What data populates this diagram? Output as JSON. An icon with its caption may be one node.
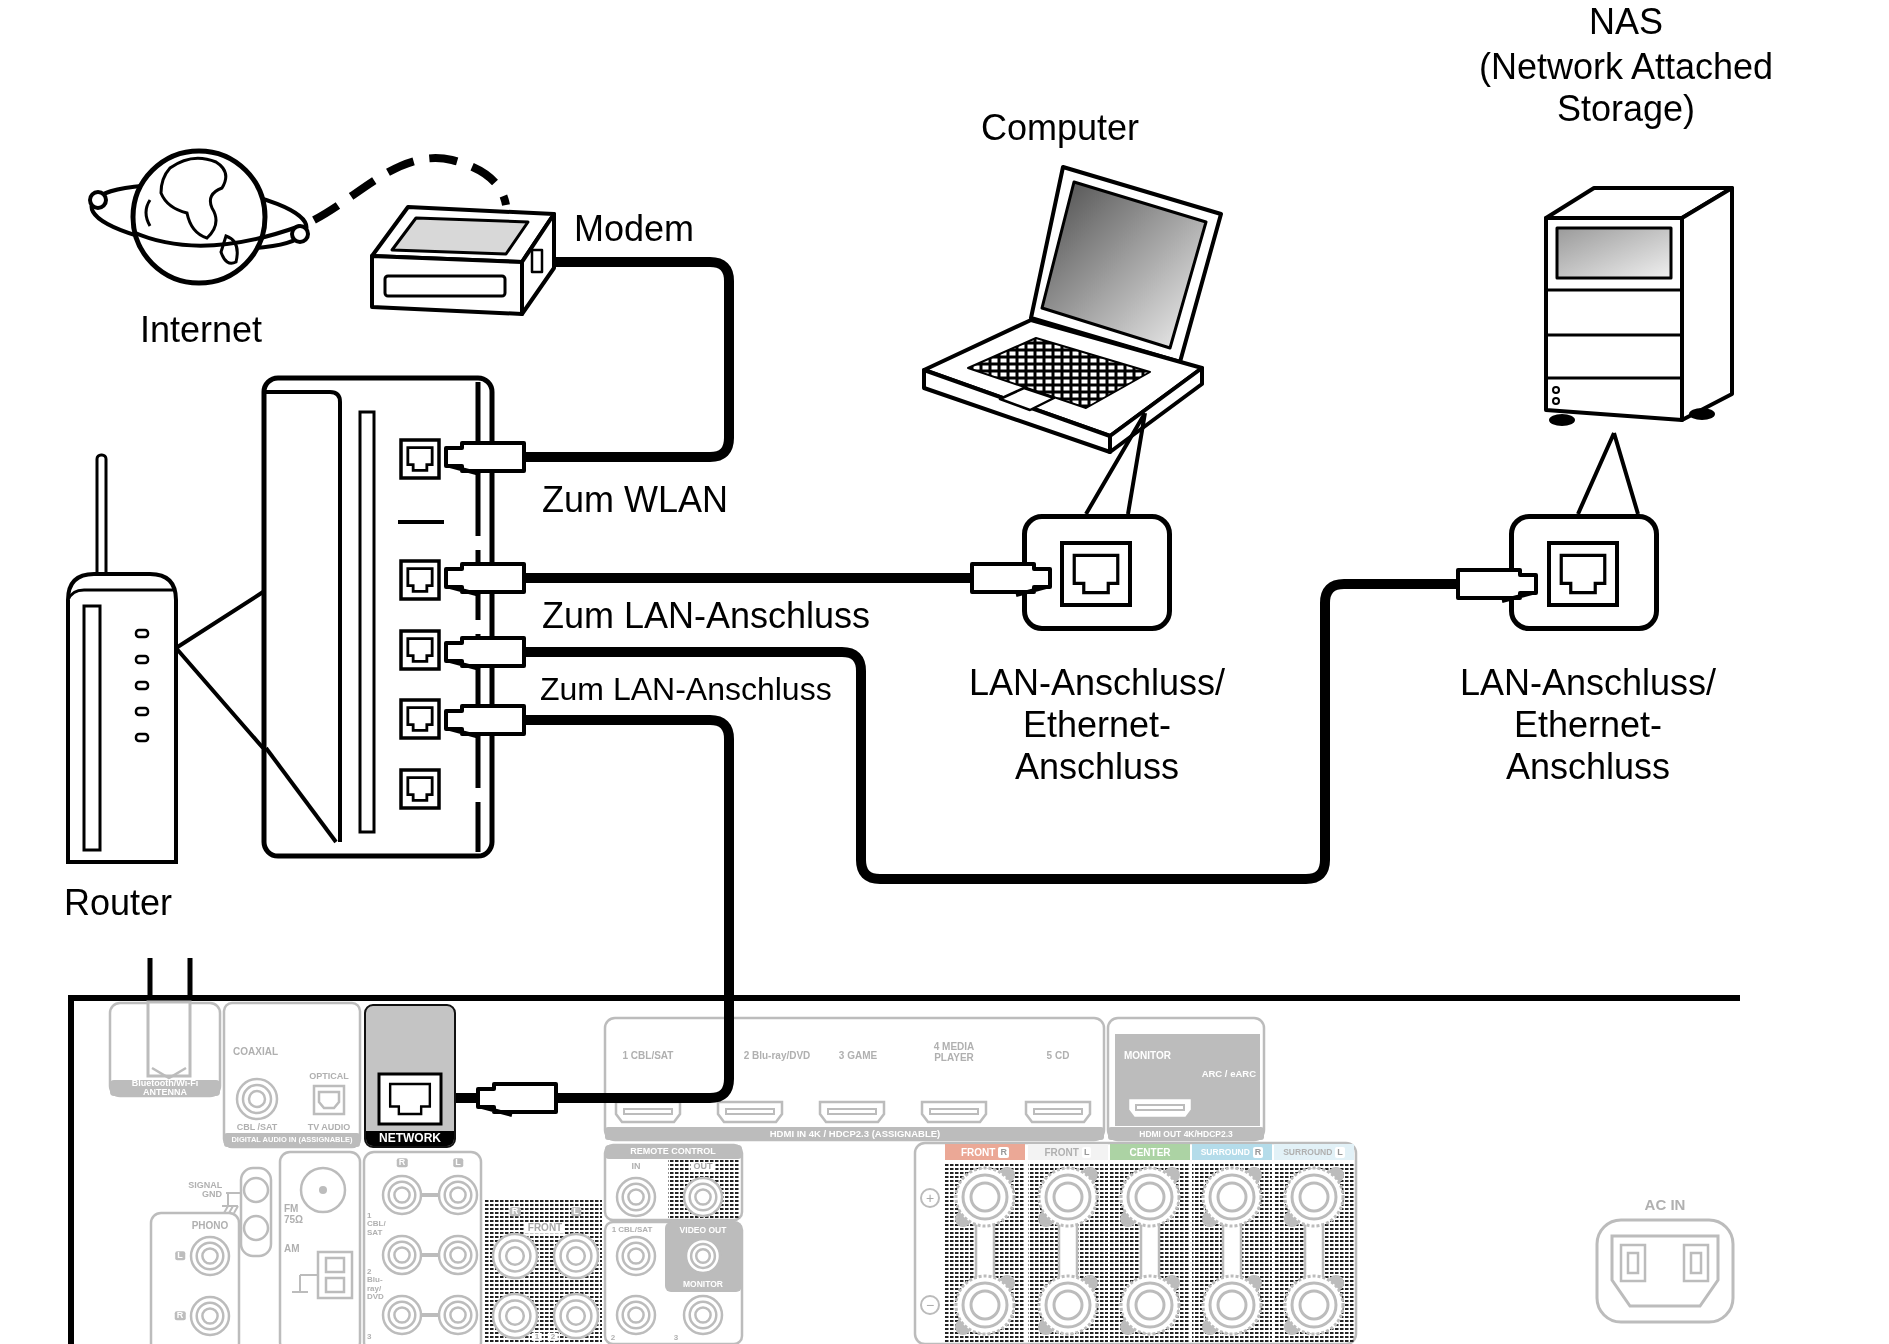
{
  "diagram": {
    "nodes": [
      {
        "text": [
          "Internet"
        ]
      },
      {
        "text": [
          "Modem"
        ]
      },
      {
        "text": [
          "Router"
        ]
      },
      {
        "text": [],
        "shape": "picture"
      },
      {
        "text": [
          "Computer"
        ]
      },
      {
        "text": [
          "LAN-Anschluss/ Ethernet- Anschluss"
        ]
      },
      {
        "text": [
          "NAS",
          "(Network Attached Storage)"
        ]
      },
      {
        "text": [
          "LAN-Anschluss/ Ethernet- Anschluss"
        ]
      },
      {
        "text": [],
        "shape": "picture"
      },
      {
        "text": [
          "NETWORK"
        ],
        "in": 8
      }
    ],
    "edges": [
      {
        "from": 0,
        "to": 1,
        "arrow": "none",
        "style": "dashed"
      },
      {
        "from": 1,
        "to": 3,
        "arrow": "none"
      },
      {
        "from": 3,
        "to": 5,
        "arrow": "none"
      },
      {
        "from": 3,
        "to": 7,
        "arrow": "none"
      },
      {
        "from": 3,
        "to": 9,
        "arrow": "none"
      },
      {
        "from": 4,
        "to": 5,
        "arrow": "none"
      },
      {
        "from": 6,
        "to": 7,
        "arrow": "none"
      },
      {
        "from": 2,
        "to": 3,
        "arrow": "none"
      }
    ],
    "labels": [
      "Zum WLAN",
      "Zum LAN-Anschluss",
      "Zum LAN-Anschluss",
      "Bluetooth/Wi-Fi ANTENNA",
      "COAXIAL",
      "OPTICAL",
      "CBL /SAT",
      "TV AUDIO",
      "DIGITAL AUDIO IN (ASSIGNABLE)",
      "1 CBL/SAT",
      "2 Blu-ray/DVD",
      "3 GAME",
      "4 MEDIA PLAYER",
      "5 CD",
      "HDMI IN 4K / HDCP2.3 (ASSIGNABLE)",
      "MONITOR",
      "ARC / eARC",
      "HDMI OUT 4K/HDCP2.3",
      "SIGNAL GND",
      "FM 75Ω",
      "AM",
      "PHONO",
      "L",
      "R",
      "R",
      "L",
      "1 CBL/ SAT",
      "2 Blu-ray/ DVD",
      "3",
      "R",
      "L",
      "FRONT",
      "1",
      "2",
      "REMOTE CONTROL",
      "IN",
      "OUT",
      "1 CBL/SAT",
      "VIDEO OUT",
      "MONITOR",
      "2",
      "3",
      "FRONT",
      "R",
      "FRONT",
      "L",
      "CENTER",
      "SURROUND",
      "R",
      "SURROUND",
      "L",
      "+",
      "−",
      "AC IN"
    ]
  }
}
